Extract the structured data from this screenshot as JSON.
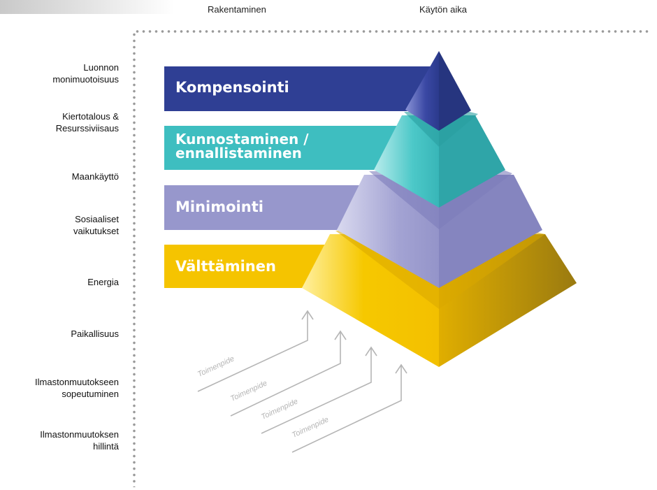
{
  "headers": {
    "construction": "Rakentaminen",
    "operation": "Käytön aika"
  },
  "categories": [
    {
      "line1": "Luonnon",
      "line2": "monimuotoisuus"
    },
    {
      "line1": "Kiertotalous &",
      "line2": "Resurssiviisaus"
    },
    {
      "line1": "Maankäyttö",
      "line2": ""
    },
    {
      "line1": "Sosiaaliset",
      "line2": "vaikutukset"
    },
    {
      "line1": "Energia",
      "line2": ""
    },
    {
      "line1": "Paikallisuus",
      "line2": ""
    },
    {
      "line1": "Ilmastonmuutokseen",
      "line2": "sopeutuminen"
    },
    {
      "line1": "Ilmastonmuutoksen",
      "line2": "hillintä"
    }
  ],
  "levels": {
    "compensation": {
      "label": "Kompensointi",
      "color": "#2f3f94"
    },
    "restoration": {
      "line1": "Kunnostaminen /",
      "line2": "ennallistaminen",
      "color": "#3ebec0"
    },
    "minimization": {
      "label": "Minimointi",
      "color": "#9797cc"
    },
    "avoidance": {
      "label": "Välttäminen",
      "color": "#f5c400"
    }
  },
  "measures": [
    "Toimenpide",
    "Toimenpide",
    "Toimenpide",
    "Toimenpide"
  ]
}
